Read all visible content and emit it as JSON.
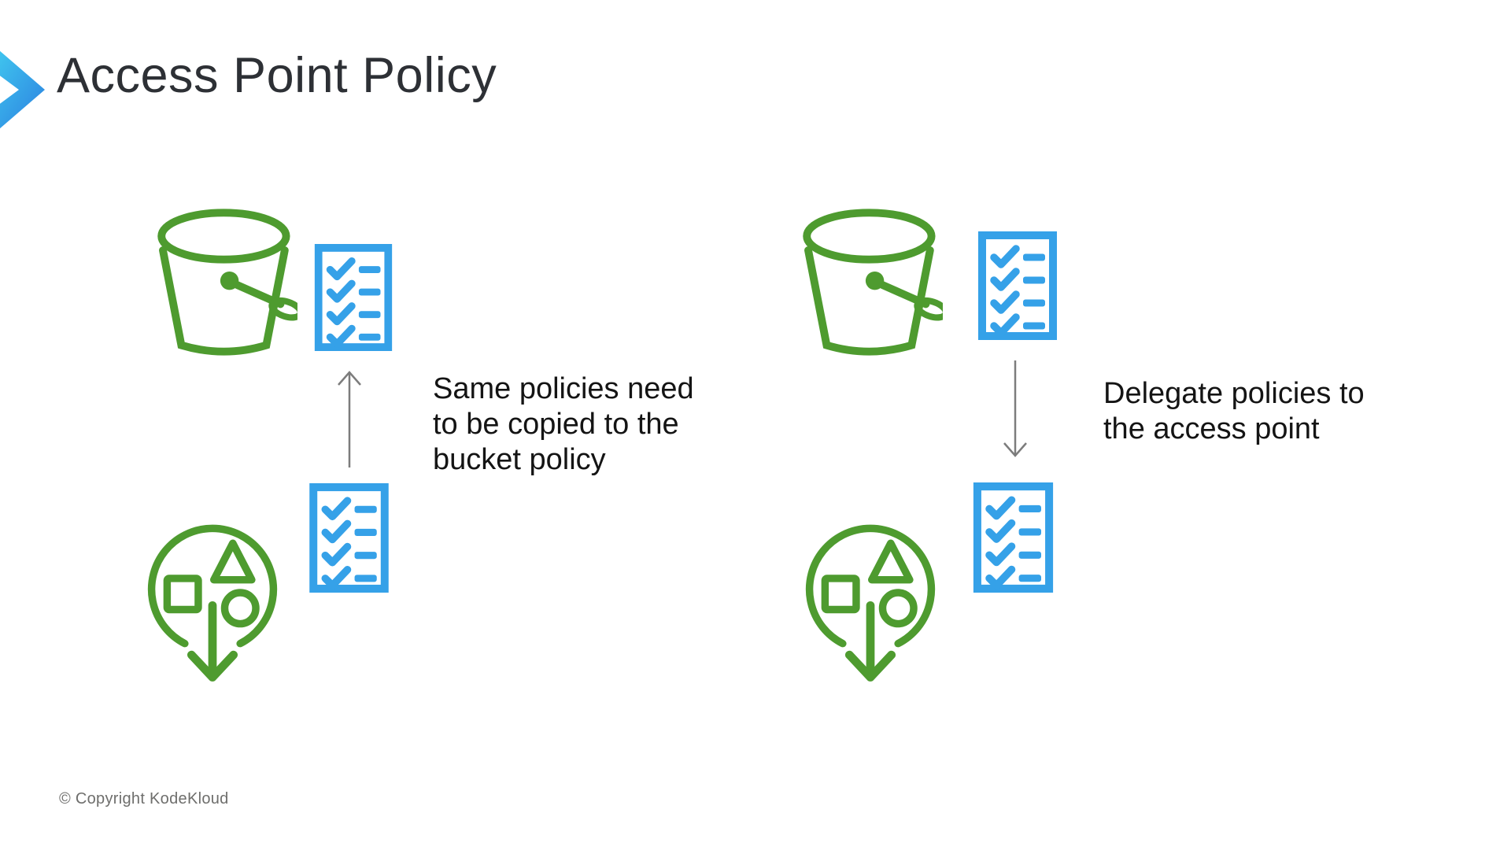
{
  "slide": {
    "title": "Access Point Policy",
    "footer": "© Copyright KodeKloud",
    "colors": {
      "green": "#4E9B2F",
      "blue": "#35A1E8",
      "chevron_start": "#45D7F2",
      "chevron_end": "#2B7FE0",
      "title_color": "#2D3035",
      "caption_color": "#141414",
      "arrow_gray": "#7C7C7C",
      "footer_gray": "#6E6E6C"
    }
  },
  "diagram_left": {
    "caption": "Same policies need to be copied to the bucket policy",
    "caption_lines": [
      "Same policies need",
      "to be copied to the",
      "bucket policy"
    ],
    "arrow_direction": "up",
    "icons": {
      "bucket": "s3-bucket",
      "policy_top": "policy-checklist",
      "policy_bottom": "policy-checklist",
      "access_point": "s3-access-point"
    }
  },
  "diagram_right": {
    "caption": "Delegate policies to the access point",
    "caption_lines": [
      "Delegate policies to",
      "the access point"
    ],
    "arrow_direction": "down",
    "icons": {
      "bucket": "s3-bucket",
      "policy_top": "policy-checklist",
      "policy_bottom": "policy-checklist",
      "access_point": "s3-access-point"
    }
  }
}
